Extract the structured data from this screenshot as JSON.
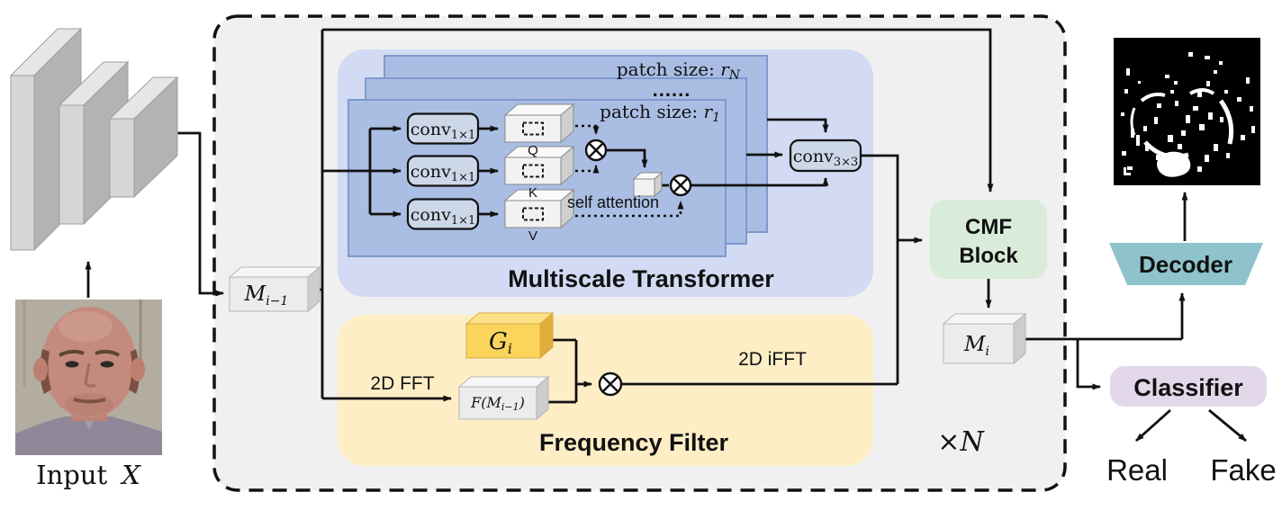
{
  "diagram": {
    "input": {
      "caption_word": "Input",
      "caption_var": "X"
    },
    "encoder_output": {
      "base": "M",
      "sub": "i−1"
    },
    "transformer": {
      "title": "Multiscale Transformer",
      "patch_outer": {
        "prefix": "patch size: ",
        "var": "r",
        "sub": "N"
      },
      "patch_inner": {
        "prefix": "patch size: ",
        "var": "r",
        "sub": "1"
      },
      "ellipsis": "......",
      "conv1x1": {
        "base": "conv",
        "sub": "1×1"
      },
      "conv3x3": {
        "base": "conv",
        "sub": "3×3"
      },
      "q": "Q",
      "k": "K",
      "v": "V",
      "self_attention": "self attention"
    },
    "frequency": {
      "title": "Frequency Filter",
      "fft": "2D FFT",
      "ifft": "2D iFFT",
      "g": {
        "base": "G",
        "sub": "i"
      },
      "f": {
        "open": "F(M",
        "sub": "i−1",
        "close": ")"
      }
    },
    "cmf": {
      "line1": "CMF",
      "line2": "Block"
    },
    "m_out": {
      "base": "M",
      "sub": "i"
    },
    "repeat": {
      "times": "×",
      "var": "N"
    },
    "decoder": {
      "title": "Decoder"
    },
    "classifier": {
      "title": "Classifier",
      "real": "Real",
      "fake": "Fake"
    },
    "colors": {
      "dashed_region_bg": "#f0f0f1",
      "transformer_panel": "#d2dbf3",
      "scale_panel": "#a9bde3",
      "scale_panel_border": "#7e99cf",
      "frequency_panel": "#fdeec6",
      "cmf_block": "#d9ecd9",
      "decoder_block": "#8ec3cd",
      "classifier_block": "#e3d7ea",
      "filter_box_front": "#fbd45c",
      "conv_box": "#ccd7e8",
      "line": "#111111"
    }
  }
}
